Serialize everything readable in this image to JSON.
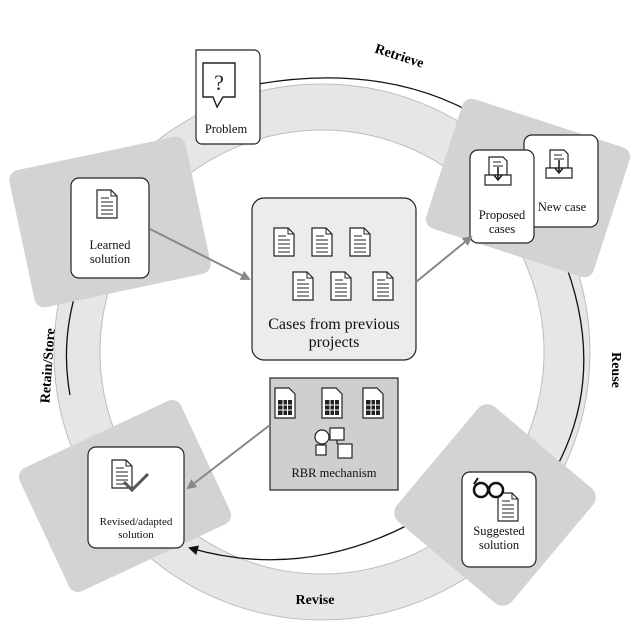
{
  "diagram": {
    "phases": {
      "retrieve": "Retrieve",
      "reuse": "Reuse",
      "revise": "Revise",
      "retain": "Retain/Store"
    },
    "nodes": {
      "problem": "Problem",
      "proposed_cases": "Proposed cases",
      "new_case": "New case",
      "suggested_solution": "Suggested solution",
      "revised_solution": "Revised/adapted solution",
      "learned_solution": "Learned solution",
      "case_base": "Cases from previous projects",
      "rbr": "RBR mechanism"
    },
    "colors": {
      "ring": "#e6e6e6",
      "panel": "#d3d3d3",
      "box": "#ffffff",
      "case_base_fill": "#ececec",
      "rbr_fill": "#cfcfcf",
      "line": "#333333"
    }
  }
}
